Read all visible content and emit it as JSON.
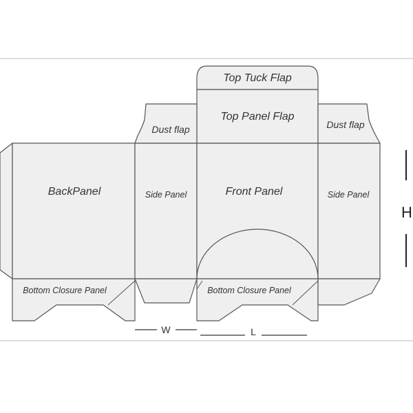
{
  "colors": {
    "panel_fill": "#efefef",
    "outline": "#555555",
    "frame": "#bbbbbb",
    "text": "#333333"
  },
  "labels": {
    "top_tuck_flap": "Top Tuck Flap",
    "top_panel_flap": "Top Panel Flap",
    "dust_flap_left": "Dust flap",
    "dust_flap_right": "Dust flap",
    "back_panel": "BackPanel",
    "side_panel_left": "Side Panel",
    "front_panel": "Front Panel",
    "side_panel_right": "Side Panel",
    "bottom_closure_left": "Bottom Closure Panel",
    "bottom_closure_right": "Bottom Closure Panel"
  },
  "dimensions": {
    "width_label": "W",
    "length_label": "L",
    "height_label": "H"
  }
}
